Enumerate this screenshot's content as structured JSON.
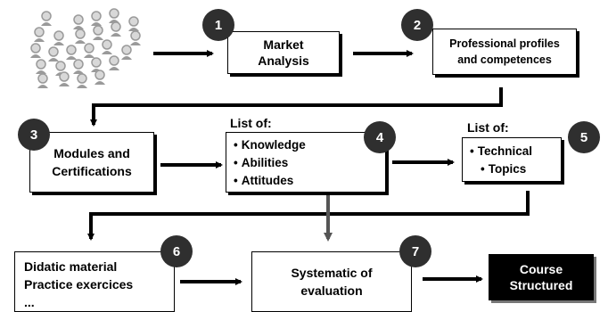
{
  "steps": [
    {
      "number": "1",
      "label_lines": [
        "Market",
        "Analysis"
      ]
    },
    {
      "number": "2",
      "label_lines": [
        "Professional profiles",
        "and competences"
      ]
    },
    {
      "number": "3",
      "label_lines": [
        "Modules and",
        "Certifications"
      ]
    },
    {
      "number": "4",
      "heading": "List of:",
      "items": [
        "Knowledge",
        "Abilities",
        "Attitudes"
      ]
    },
    {
      "number": "5",
      "heading": "List of:",
      "items": [
        "Technical",
        "Topics"
      ]
    },
    {
      "number": "6",
      "label_lines": [
        "Didatic material",
        "Practice exercices",
        "..."
      ]
    },
    {
      "number": "7",
      "label_lines": [
        "Systematic of",
        "evaluation"
      ]
    }
  ],
  "result": {
    "label_lines": [
      "Course",
      "Structured"
    ]
  },
  "colors": {
    "badge": "#2f2f2f",
    "arrow": "#000000",
    "result_bg": "#000000",
    "crowd": "#9a9a9a"
  },
  "icons": {
    "crowd": "people-crowd-icon"
  }
}
